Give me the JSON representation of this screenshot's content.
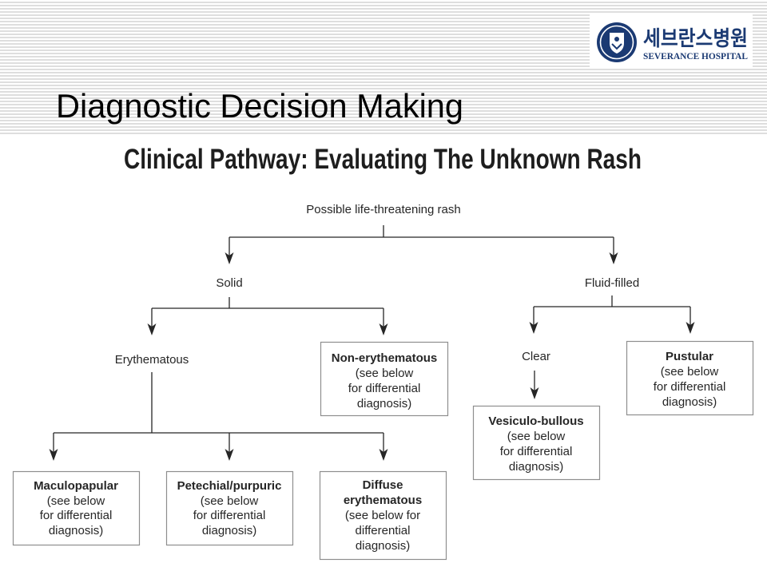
{
  "slide": {
    "title": "Diagnostic Decision Making"
  },
  "logo": {
    "korean_name": "세브란스병원",
    "english_name": "SEVERANCE HOSPITAL",
    "emblem_icon": "severance-emblem"
  },
  "colors": {
    "logo_navy": "#1b3a73",
    "diagram_text": "#262626",
    "box_border": "#8e8e8e",
    "header_stripe": "#dedede"
  },
  "flowchart": {
    "title": "Clinical Pathway: Evaluating The Unknown Rash",
    "nodes": {
      "root": "Possible life-threatening rash",
      "solid": "Solid",
      "fluid_filled": "Fluid-filled",
      "erythematous": "Erythematous",
      "clear": "Clear"
    },
    "boxes": {
      "non_erythematous": {
        "heading": [
          "Non-erythematous"
        ],
        "note": [
          "(see below",
          "for differential",
          "diagnosis)"
        ]
      },
      "pustular": {
        "heading": [
          "Pustular"
        ],
        "note": [
          "(see below",
          "for differential",
          "diagnosis)"
        ]
      },
      "vesiculo_bullous": {
        "heading": [
          "Vesiculo-bullous"
        ],
        "note": [
          "(see below",
          "for differential",
          "diagnosis)"
        ]
      },
      "maculopapular": {
        "heading": [
          "Maculopapular"
        ],
        "note": [
          "(see below",
          "for differential",
          "diagnosis)"
        ]
      },
      "petechial_purpuric": {
        "heading": [
          "Petechial/purpuric"
        ],
        "note": [
          "(see below",
          "for differential",
          "diagnosis)"
        ]
      },
      "diffuse_erythematous": {
        "heading": [
          "Diffuse",
          "erythematous"
        ],
        "note": [
          "(see below for",
          "differential",
          "diagnosis)"
        ]
      }
    }
  }
}
